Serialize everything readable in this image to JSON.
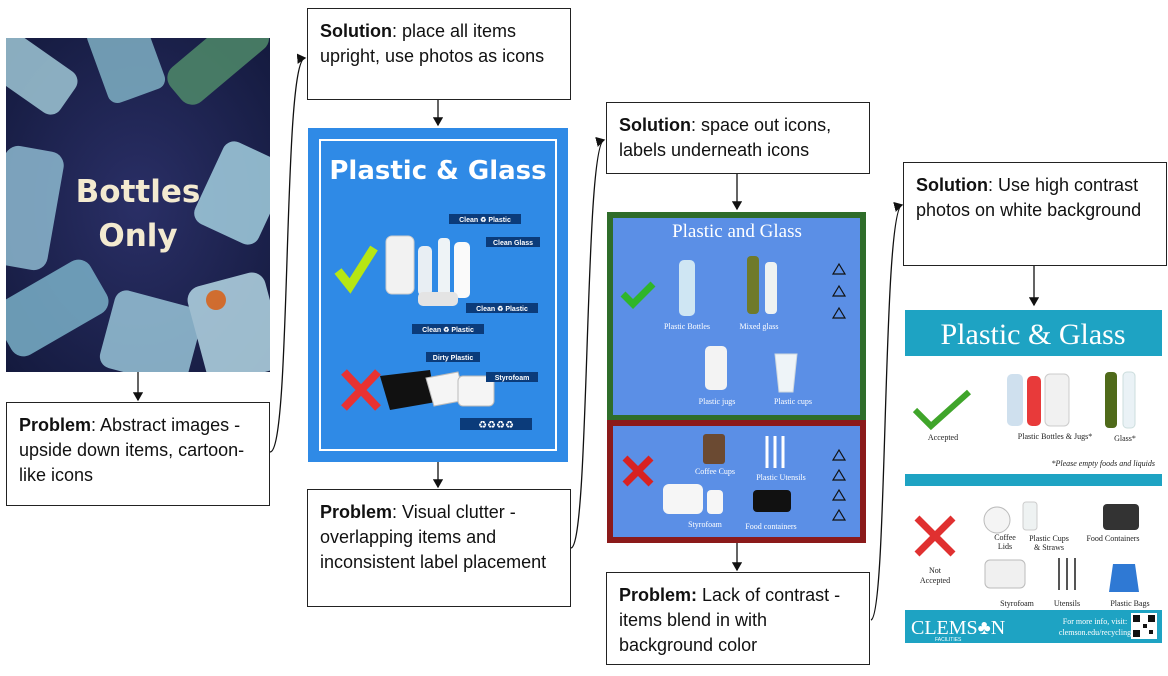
{
  "annotations": {
    "problem1": {
      "head": "Problem",
      "sep": ": ",
      "text": "Abstract images - upside down items, cartoon-like icons"
    },
    "solution1": {
      "head": "Solution",
      "sep": ": ",
      "text": "place all items upright, use photos as icons"
    },
    "problem2": {
      "head": "Problem",
      "sep": ": ",
      "text": "Visual clutter - overlapping items and inconsistent label placement"
    },
    "solution2": {
      "head": "Solution",
      "sep": ": ",
      "text": "space out icons, labels underneath icons"
    },
    "problem3": {
      "head": "Problem:",
      "sep": " ",
      "text": "Lack of contrast - items blend in with background color"
    },
    "solution3": {
      "head": "Solution",
      "sep": ": ",
      "text": "Use high contrast photos on white background"
    }
  },
  "poster1": {
    "title_line1": "Bottles",
    "title_line2": "Only"
  },
  "poster2": {
    "title": "Plastic & Glass",
    "label_clean_plastic_1": "Clean ♻ Plastic",
    "label_clean_glass": "Clean Glass",
    "label_clean_plastic_2": "Clean ♻ Plastic",
    "label_clean_plastic_3": "Clean ♻ Plastic",
    "label_dirty_plastic": "Dirty Plastic",
    "label_styrofoam": "Styrofoam",
    "recycle_row": "♻♻♻♻"
  },
  "poster3": {
    "title": "Plastic and Glass",
    "items_accept": [
      "Plastic Bottles",
      "Mixed glass",
      "Plastic jugs",
      "Plastic cups"
    ],
    "items_reject": [
      "Coffee Cups",
      "Plastic Utensils",
      "Styrofoam",
      "Food containers"
    ]
  },
  "poster4": {
    "title": "Plastic & Glass",
    "accepted": "Accepted",
    "bottles_jugs": "Plastic Bottles & Jugs*",
    "glass": "Glass*",
    "note": "*Please empty foods and liquids",
    "not_accepted_1": "Not",
    "not_accepted_2": "Accepted",
    "coffee_lids_1": "Coffee",
    "coffee_lids_2": "Lids",
    "plastic_cups_1": "Plastic Cups",
    "plastic_cups_2": "& Straws",
    "food_containers": "Food Containers",
    "styrofoam": "Styrofoam",
    "utensils": "Utensils",
    "plastic_bags": "Plastic Bags",
    "brand": "CLEMS♣N",
    "brand_sub": "FACILITIES",
    "footer_1": "For more info, visit:",
    "footer_2": "clemson.edu/recycling"
  },
  "colors": {
    "poster2_bg": "#2f8ae6",
    "poster3_bg": "#5b8fe6",
    "poster3_green": "#2f6d2a",
    "poster3_red": "#8b1a1a",
    "teal": "#1ea3c3",
    "check_green": "#3fa52a",
    "x_red": "#e03030"
  }
}
